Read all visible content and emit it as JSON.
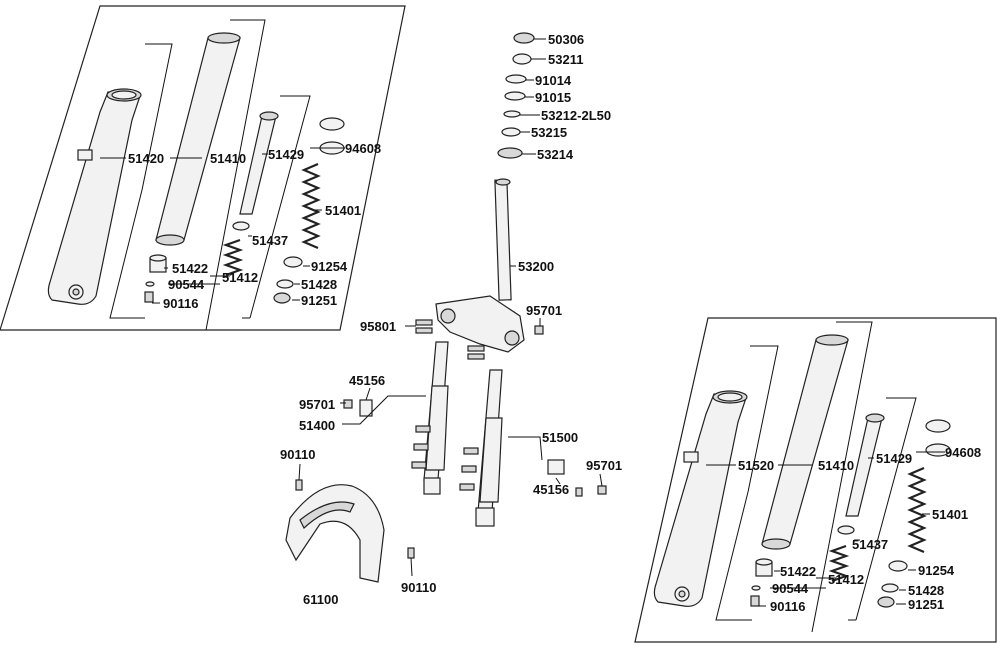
{
  "parts": {
    "p50306": "50306",
    "p53211": "53211",
    "p91014": "91014",
    "p91015": "91015",
    "p53212": "53212-2L50",
    "p53215": "53215",
    "p53214": "53214",
    "p53200": "53200",
    "p95801": "95801",
    "p95701a": "95701",
    "p45156a": "45156",
    "p95701b": "95701",
    "p51400": "51400",
    "p51500": "51500",
    "p95701c": "95701",
    "p45156b": "45156",
    "p90110a": "90110",
    "p61100": "61100",
    "p90110b": "90110"
  },
  "left_panel": {
    "p51420": "51420",
    "p51410": "51410",
    "p51429": "51429",
    "p94608": "94608",
    "p51401": "51401",
    "p51437": "51437",
    "p51422": "51422",
    "p51412": "51412",
    "p90544": "90544",
    "p91254": "91254",
    "p51428": "51428",
    "p90116": "90116",
    "p91251": "91251"
  },
  "right_panel": {
    "p51520": "51520",
    "p51410": "51410",
    "p51429": "51429",
    "p94608": "94608",
    "p51401": "51401",
    "p51437": "51437",
    "p91254": "91254",
    "p51422": "51422",
    "p51412": "51412",
    "p90544": "90544",
    "p51428": "51428",
    "p90116": "90116",
    "p91251": "91251"
  }
}
